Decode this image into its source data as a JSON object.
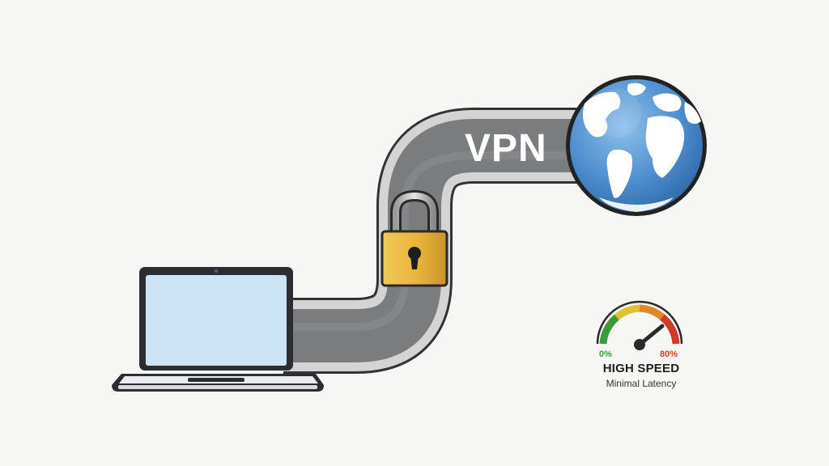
{
  "tunnel": {
    "label": "VPN"
  },
  "speed_badge": {
    "min_label": "0%",
    "max_label": "80%",
    "title": "HIGH SPEED",
    "subtitle": "Minimal Latency"
  },
  "colors": {
    "background": "#f6f6f5",
    "tunnel_fill": "#7b7c7e",
    "tunnel_rim": "#d4d4d4",
    "lock_body": "#e8b53a",
    "screen": "#cde4f6",
    "globe_ocean": "#4f8fcf",
    "globe_land": "#ffffff",
    "gauge_green": "#3c9a3c",
    "gauge_yellow": "#e2c22c",
    "gauge_orange": "#e2862a",
    "gauge_red": "#d23a2a"
  },
  "icons": [
    "laptop-icon",
    "padlock-icon",
    "globe-icon",
    "speedometer-icon"
  ]
}
